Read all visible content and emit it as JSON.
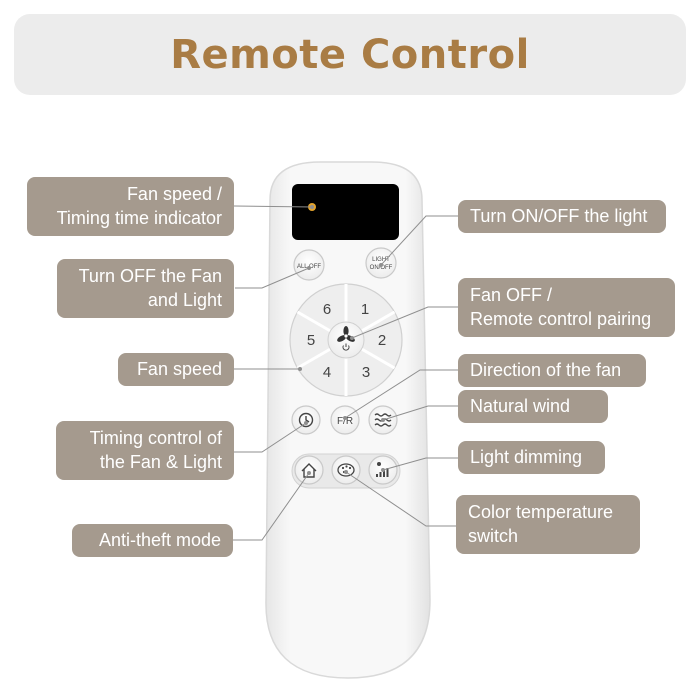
{
  "title": "Remote Control",
  "callouts": {
    "fan_speed_indicator": [
      "Fan speed /",
      "Timing time indicator"
    ],
    "turn_off_fan_light": [
      "Turn OFF the Fan",
      "and Light"
    ],
    "fan_speed": [
      "Fan speed"
    ],
    "timing_control": [
      "Timing control of",
      "the Fan & Light"
    ],
    "anti_theft": [
      "Anti-theft mode"
    ],
    "light_toggle": [
      "Turn ON/OFF the light"
    ],
    "fan_off_pairing": [
      "Fan OFF /",
      "Remote control pairing"
    ],
    "direction": [
      "Direction of the fan"
    ],
    "natural_wind": [
      "Natural wind"
    ],
    "light_dimming": [
      "Light dimming"
    ],
    "color_temperature": [
      "Color temperature",
      "switch"
    ]
  },
  "remote": {
    "all_off_label": [
      "ALL OFF"
    ],
    "light_onoff_label": [
      "LIGHT",
      "ON/OFF"
    ],
    "speed_numbers": [
      "1",
      "2",
      "3",
      "4",
      "5",
      "6"
    ],
    "fr_label": "F/R"
  },
  "colors": {
    "title": "#a97c44",
    "callout_bg": "#a59a8e",
    "title_bar_bg": "#ececec",
    "remote_body": "#f7f7f7",
    "display": "#000000",
    "indicator": "#e3a32c"
  },
  "icons": [
    "fan-icon",
    "power-icon",
    "clock-icon",
    "wave-icon",
    "home-icon",
    "palette-icon",
    "dimmer-icon"
  ]
}
